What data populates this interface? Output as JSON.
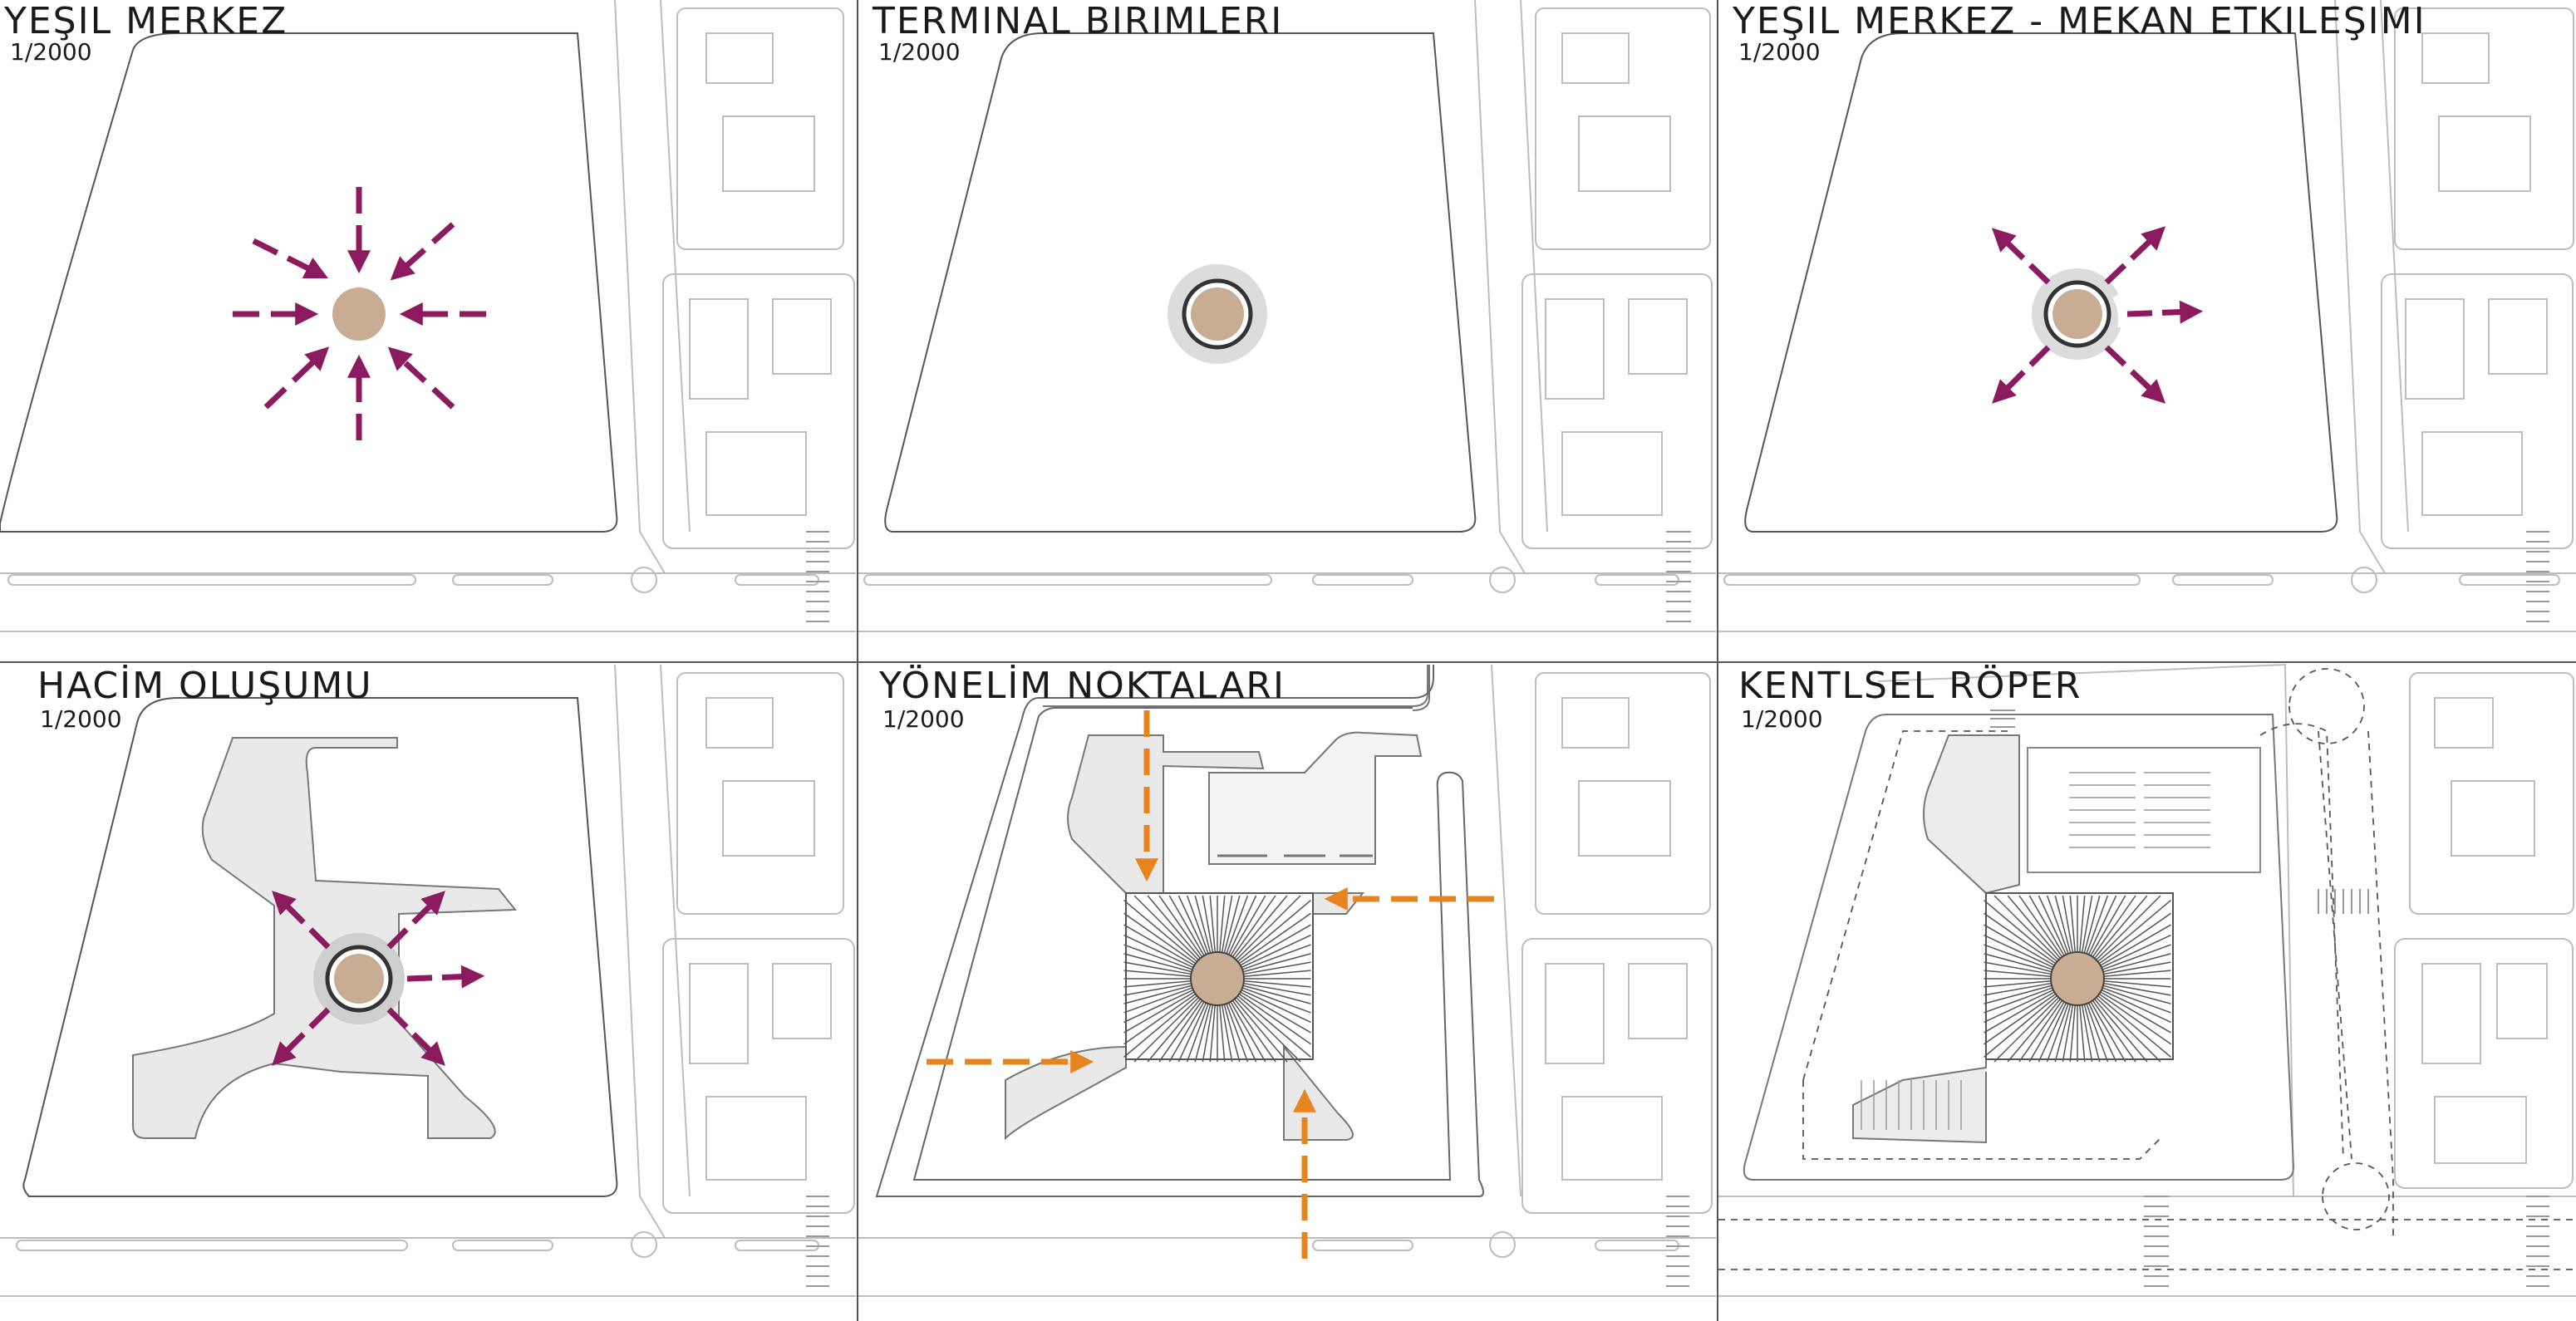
{
  "colors": {
    "magenta": "#8c1a5e",
    "orange": "#e8841e",
    "core": "#c9ac94",
    "plaza": "#e9e9e9",
    "line": "#b5b5b5",
    "dark": "#333333"
  },
  "panels": [
    {
      "title": "YEŞIL MERKEZ",
      "scale": "1/2000"
    },
    {
      "title": "TERMINAL BIRIMLERI",
      "scale": "1/2000"
    },
    {
      "title": "YEŞIL MERKEZ - MEKAN ETKILEŞIMI",
      "scale": "1/2000"
    },
    {
      "title": "HACİM OLUŞUMU",
      "scale": "1/2000"
    },
    {
      "title": "YÖNELİM NOKTALARI",
      "scale": "1/2000"
    },
    {
      "title": "KENTLSEL RÖPER",
      "scale": "1/2000"
    }
  ]
}
